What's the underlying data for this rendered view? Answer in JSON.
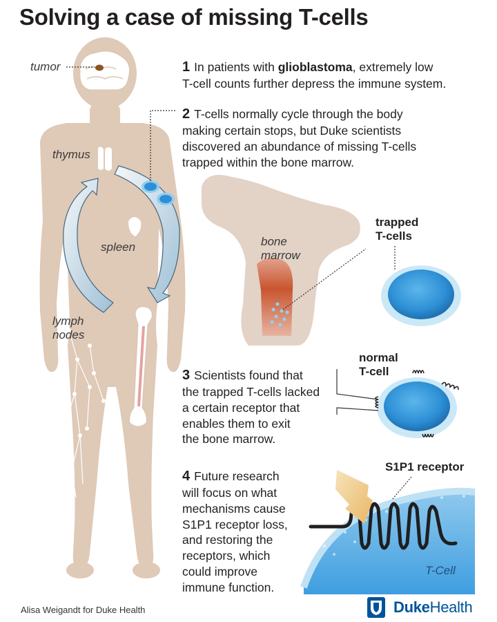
{
  "title": "Solving a case of missing T-cells",
  "labels": {
    "tumor": "tumor",
    "thymus": "thymus",
    "spleen": "spleen",
    "lymph_1": "lymph",
    "lymph_2": "nodes",
    "bone_1": "bone",
    "bone_2": "marrow",
    "trapped_1": "trapped",
    "trapped_2": "T-cells",
    "normal_1": "normal",
    "normal_2": "T-cell",
    "receptor": "S1P1 receptor",
    "tcell": "T-Cell"
  },
  "steps": [
    {
      "num": "1",
      "lines": [
        "In patients with",
        "glioblastoma",
        ", extremely low",
        "T-cell counts further depress the immune system."
      ]
    },
    {
      "num": "2",
      "lines": [
        "T-cells normally cycle through the body",
        "making certain stops, but Duke scientists",
        "discovered an abundance of missing T-cells",
        "trapped within the bone marrow."
      ]
    },
    {
      "num": "3",
      "lines": [
        "Scientists found that",
        "the trapped T-cells lacked",
        "a certain receptor that",
        "enables them to exit",
        "the bone marrow."
      ]
    },
    {
      "num": "4",
      "lines": [
        "Future research",
        "will focus on what",
        "mechanisms cause",
        "S1P1 receptor loss,",
        "and restoring the",
        "receptors, which",
        "could improve",
        "immune function."
      ]
    }
  ],
  "credit": "Alisa Weigandt for Duke Health",
  "logo": {
    "bold": "Duke",
    "light": "Health",
    "color": "#00539b"
  },
  "colors": {
    "body": "#dfc9b7",
    "cell_blue": "#2e8fd6",
    "marrow_red": "#c0502e",
    "text": "#231f20"
  }
}
